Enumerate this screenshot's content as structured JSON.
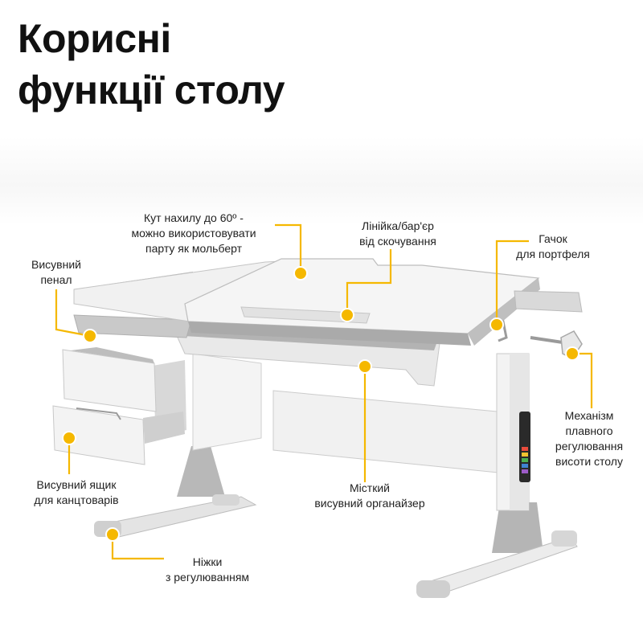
{
  "title": {
    "line1": "Корисні",
    "line2": "функції столу"
  },
  "callouts": {
    "tilt": {
      "lines": [
        "Кут нахилу до 60º -",
        "можно використовувати",
        "парту як мольберт"
      ]
    },
    "ruler": {
      "lines": [
        "Лінійка/бар'єр",
        "від скочування"
      ]
    },
    "hook": {
      "lines": [
        "Гачок",
        "для портфеля"
      ]
    },
    "pencil_case": {
      "lines": [
        "Висувний",
        "пенал"
      ]
    },
    "mechanism": {
      "lines": [
        "Механізм",
        "плавного",
        "регулювання",
        "висоти столу"
      ]
    },
    "stationery_drawer": {
      "lines": [
        "Висувний ящик",
        "для канцтоварів"
      ]
    },
    "organizer": {
      "lines": [
        "Місткий",
        "висувний органайзер"
      ]
    },
    "legs": {
      "lines": [
        "Ніжки",
        "з регулюванням"
      ]
    }
  },
  "colors": {
    "accent": "#f5b800",
    "desk_gray": "#a9a9a9",
    "desk_white": "#f2f2f2",
    "text": "#222222"
  }
}
